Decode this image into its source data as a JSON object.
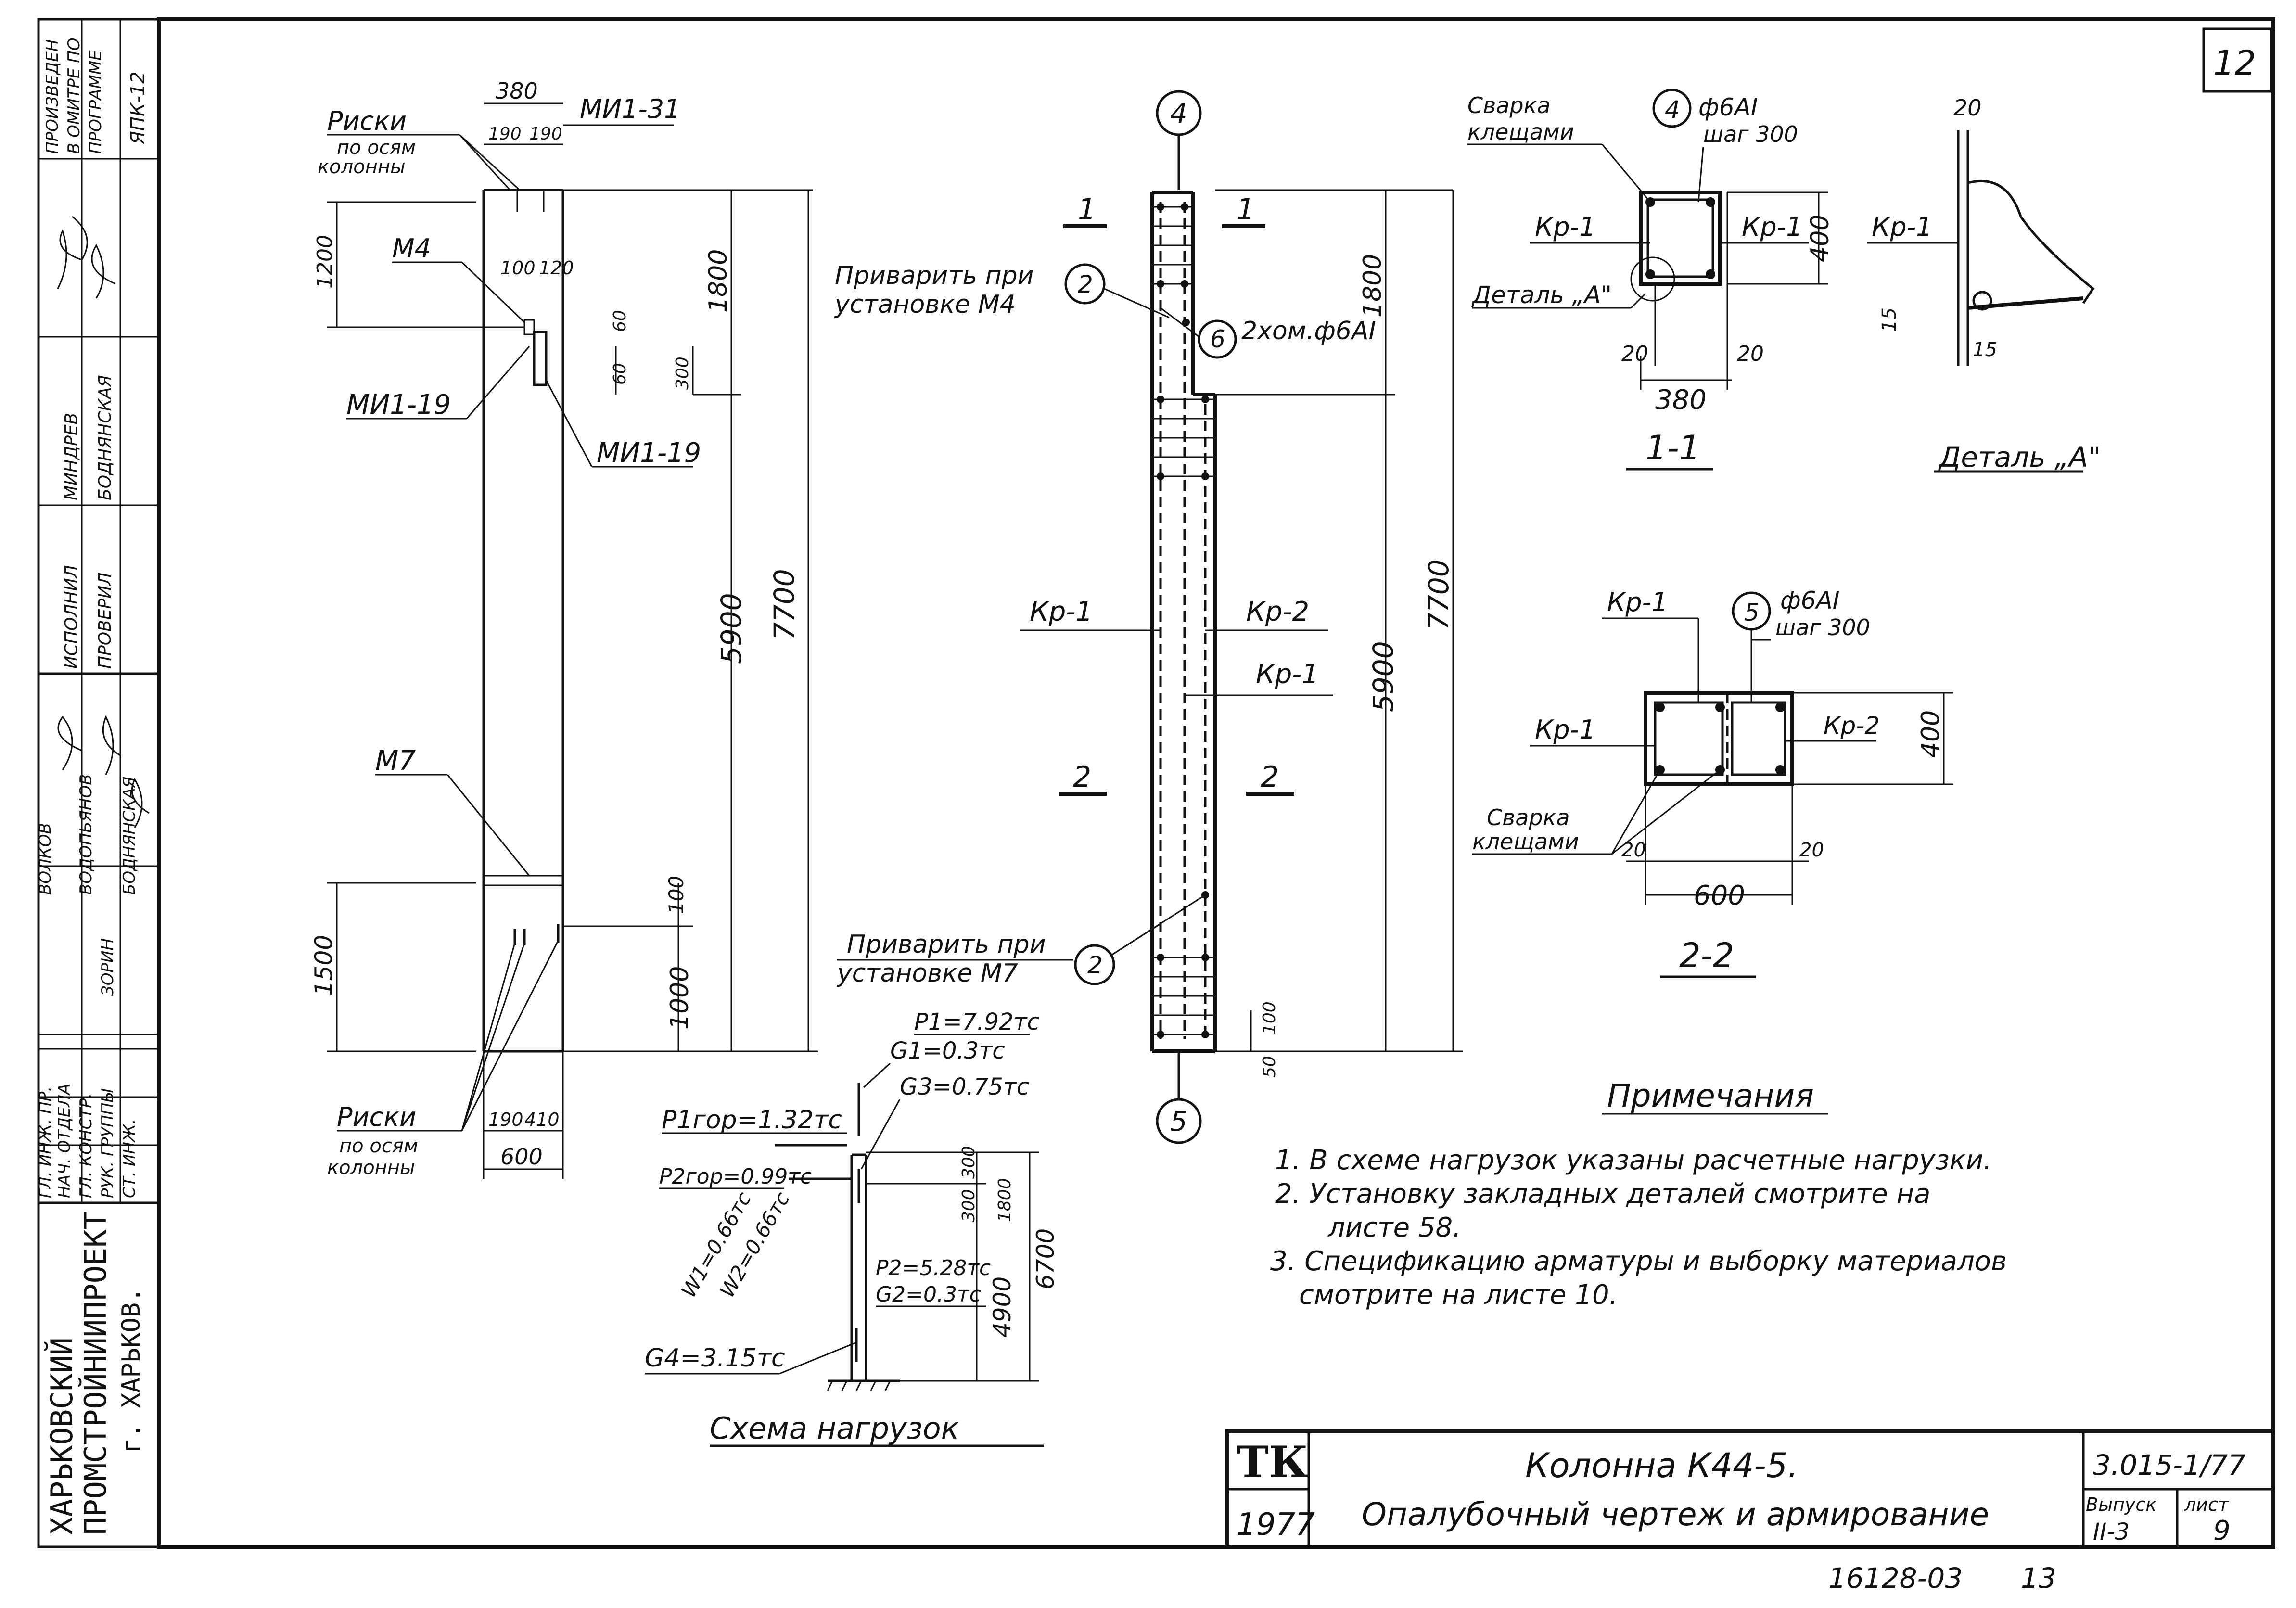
{
  "sheet": {
    "page_number": "12",
    "left_stamp": {
      "org_line1": "ХАРЬКОВСКИЙ",
      "org_line2": "ПРОМСТРОЙНИИПРОЕКТ",
      "org_line3": "г. ХАРЬКОВ.",
      "roles": [
        "ГЛ. ИНЖ. ПР.",
        "НАЧ. ОТДЕЛА",
        "ГЛ. КОНСТР.",
        "РУК. ГРУППЫ",
        "СТ. ИНЖ."
      ],
      "names": [
        "ВОЛКОВ",
        "ВОДОПЬЯНОВ",
        "ЗОРИН",
        "БОДНЯНСКАЯ"
      ],
      "executor_label": "ИСПОЛНИЛ",
      "checker_label": "ПРОВЕРИЛ",
      "executor_name": "МИНДРЕВ",
      "checker_name": "БОДНЯНСКАЯ",
      "calc_note_line1": "ПРОИЗВЕДЕН",
      "calc_note_line2": "В ОМИТРЕ ПО",
      "calc_note_line3": "ПРОГРАММЕ",
      "calc_note_line4": "ЯПК-12"
    },
    "title_block": {
      "logo": "ТК",
      "year": "1977",
      "title": "Колонна К44-5.",
      "subtitle": "Опалубочный чертеж и армирование",
      "series": "3.015-1/77",
      "issue_label": "Выпуск",
      "issue_value": "II-3",
      "sheet_label": "лист",
      "sheet_value": "9"
    },
    "stamp_bottom": "16128-03",
    "stamp_bottom_page": "13"
  },
  "elevation": {
    "riski_top_label": "Риски",
    "riski_top_label2": "по осям",
    "riski_top_label3": "колонны",
    "riski_bottom_label": "Риски",
    "riski_bottom_label2": "по осям",
    "riski_bottom_label3": "колонны",
    "mi1_31": "МИ1-31",
    "m4": "М4",
    "mi1_19_left": "МИ1-19",
    "mi1_19_right": "МИ1-19",
    "m7": "М7",
    "dims": {
      "top_width": "380",
      "top_half_a": "190",
      "top_half_b": "190",
      "d100": "100",
      "d120": "120",
      "d1200": "1200",
      "d1800": "1800",
      "d300": "300",
      "d60a": "60",
      "d60b": "60",
      "d5900": "5900",
      "d7700": "7700",
      "d1500": "1500",
      "d100b": "100",
      "d1000": "1000",
      "bot_a": "190",
      "bot_b": "410",
      "bot_width": "600"
    }
  },
  "reinforcement": {
    "axis_top": "4",
    "axis_bottom": "5",
    "section1_left": "1",
    "section1_right": "1",
    "section2_left": "2",
    "section2_right": "2",
    "weld_m4_line1": "Приварить при",
    "weld_m4_line2": "установке М4",
    "weld_m7_line1": "Приварить при",
    "weld_m7_line2": "установке М7",
    "pos2_top": "2",
    "pos2_bottom": "2",
    "pos6": "6",
    "clamp_note": "2хом.ф6АI",
    "kr1_left": "Кр-1",
    "kr2_right": "Кр-2",
    "kr1_right": "Кр-1",
    "dims": {
      "d1800": "1800",
      "d5900": "5900",
      "d7700": "7700",
      "d50": "50",
      "d100": "100"
    }
  },
  "section_1_1": {
    "title": "1-1",
    "weld_label1": "Сварка",
    "weld_label2": "клещами",
    "axis": "4",
    "bar": "ф6АI",
    "step": "шаг 300",
    "kr1_left": "Кр-1",
    "kr1_right": "Кр-1",
    "detail_ref": "Деталь „А\"",
    "d20a": "20",
    "d20b": "20",
    "d380": "380",
    "d400": "400"
  },
  "detail_a": {
    "title": "Деталь „А\"",
    "kr1": "Кр-1",
    "d20": "20",
    "d15a": "15",
    "d15b": "15"
  },
  "section_2_2": {
    "title": "2-2",
    "kr1_top": "Кр-1",
    "kr1_left": "Кр-1",
    "kr2_right": "Кр-2",
    "pos": "5",
    "bar": "ф6АI",
    "step": "шаг 300",
    "weld_label1": "Сварка",
    "weld_label2": "клещами",
    "d20a": "20",
    "d20b": "20",
    "d600": "600",
    "d400": "400"
  },
  "loads": {
    "title": "Схема нагрузок",
    "p1": "P1=7.92тс",
    "g1": "G1=0.3тс",
    "g3": "G3=0.75тс",
    "p1gor": "P1гор=1.32тс",
    "p2gor": "P2гор=0.99тс",
    "w1": "W1=0.66тс",
    "w2": "W2=0.66тс",
    "p2": "P2=5.28тс",
    "g2": "G2=0.3тс",
    "g4": "G4=3.15тс",
    "d300": "300",
    "d300b": "300",
    "d1800": "1800",
    "d4900": "4900",
    "d6700": "6700"
  },
  "notes": {
    "title": "Примечания",
    "items": [
      "1. В схеме нагрузок указаны расчетные нагрузки.",
      "2. Установку закладных деталей смотрите на",
      "листе 58.",
      "3. Спецификацию арматуры и выборку материалов",
      "смотрите на листе 10."
    ]
  }
}
